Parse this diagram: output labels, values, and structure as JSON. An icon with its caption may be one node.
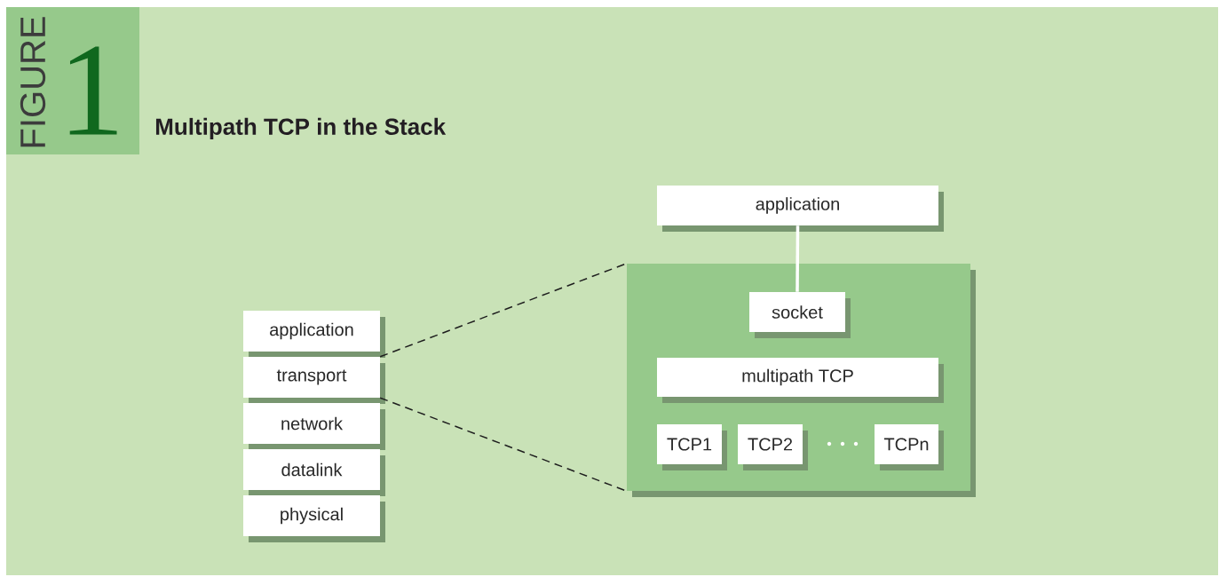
{
  "diagram": {
    "title": "Multipath TCP in the Stack",
    "nodes": [
      {
        "text": [
          "application"
        ]
      },
      {
        "text": [
          "transport"
        ]
      },
      {
        "text": [
          "network"
        ]
      },
      {
        "text": [
          "datalink"
        ]
      },
      {
        "text": [
          "physical"
        ]
      },
      {
        "text": [
          "application"
        ]
      },
      {
        "text": [],
        "shape": "box"
      },
      {
        "text": [
          "socket"
        ],
        "in": 6
      },
      {
        "text": [
          "multipath TCP"
        ],
        "in": 6
      },
      {
        "text": [
          "TCP1"
        ],
        "in": 6
      },
      {
        "text": [
          "TCP2"
        ],
        "in": 6
      },
      {
        "text": [
          "TCPn"
        ],
        "in": 6
      }
    ],
    "edges": [
      {
        "from": 1,
        "to": 6,
        "arrow": "none",
        "style": "dashed"
      },
      {
        "from": 1,
        "to": 6,
        "arrow": "none",
        "style": "dashed"
      },
      {
        "from": 5,
        "to": 7,
        "arrow": "none",
        "color": "#ffffff"
      }
    ],
    "labels": [
      "FIGURE",
      "1"
    ]
  }
}
